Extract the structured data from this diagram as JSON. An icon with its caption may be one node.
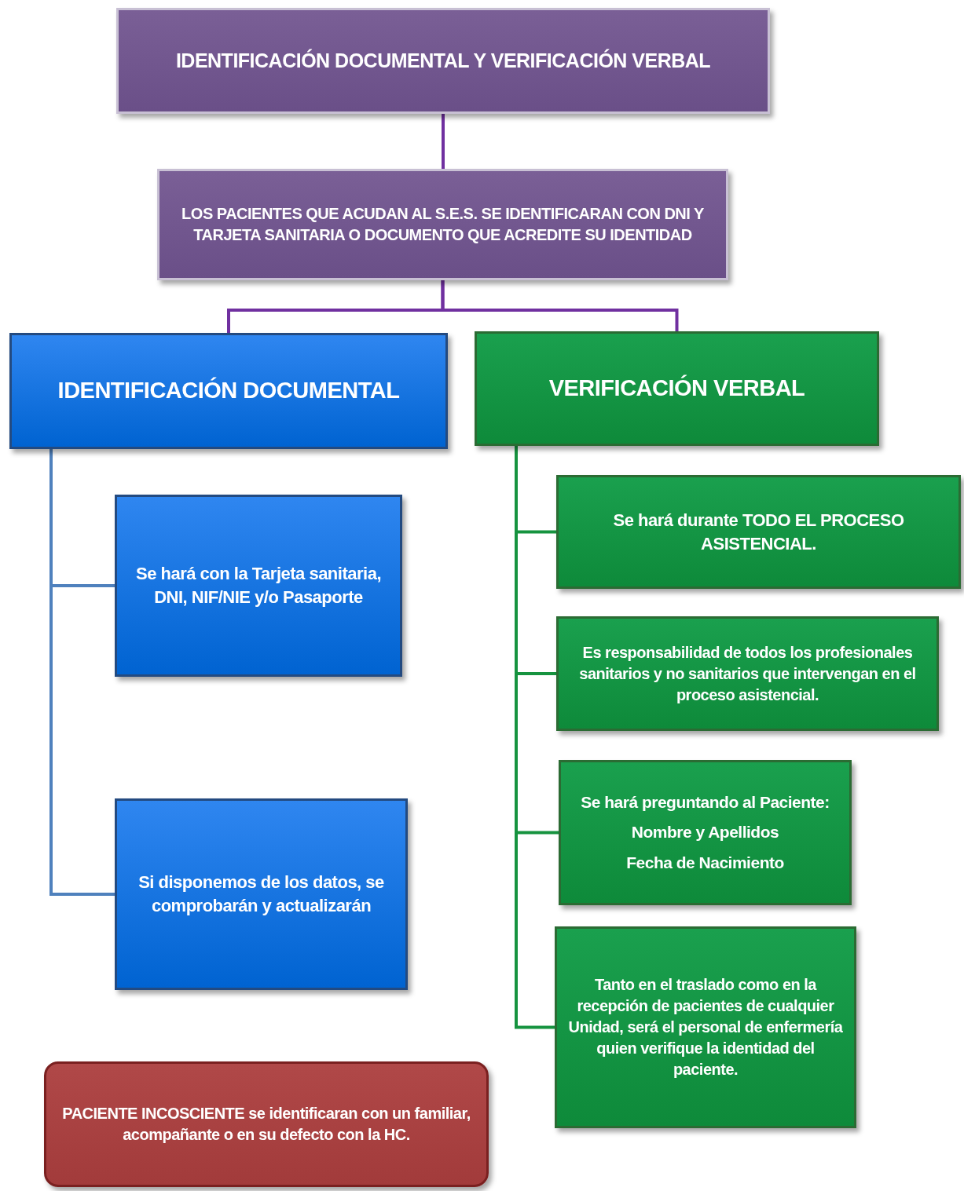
{
  "diagram": {
    "nodes": [
      {
        "text": [
          "IDENTIFICACIÓN DOCUMENTAL Y VERIFICACIÓN VERBAL"
        ]
      },
      {
        "text": [
          "LOS PACIENTES QUE ACUDAN AL S.E.S. SE IDENTIFICARAN CON DNI Y TARJETA SANITARIA O DOCUMENTO QUE ACREDITE SU IDENTIDAD"
        ]
      },
      {
        "text": [
          "IDENTIFICACIÓN DOCUMENTAL"
        ]
      },
      {
        "text": [
          "VERIFICACIÓN VERBAL"
        ]
      },
      {
        "text": [
          "Se hará con la Tarjeta sanitaria, DNI, NIF/NIE y/o Pasaporte"
        ]
      },
      {
        "text": [
          "Si disponemos de los datos, se comprobarán y actualizarán"
        ]
      },
      {
        "text": [
          "Se hará durante TODO EL PROCESO ASISTENCIAL."
        ]
      },
      {
        "text": [
          "Es **responsabilidad de todos** los profesionales sanitarios y no sanitarios que intervengan en el proceso asistencial."
        ]
      },
      {
        "text": [
          "Se hará preguntando al Paciente:",
          "Nombre y Apellidos",
          "Fecha de Nacimiento"
        ]
      },
      {
        "text": [
          "Tanto en el traslado como en la recepción de pacientes de cualquier Unidad, será el personal de enfermería quien verifique la identidad del paciente."
        ]
      },
      {
        "text": [
          "PACIENTE INCOSCIENTE se identificaran con un familiar, acompañante o en su defecto con la HC."
        ]
      }
    ],
    "edges": [
      {
        "from": 0,
        "to": 1,
        "arrow": "none",
        "color": "#7030a0"
      },
      {
        "from": 1,
        "to": 2,
        "arrow": "none",
        "color": "#7030a0"
      },
      {
        "from": 1,
        "to": 3,
        "arrow": "none",
        "color": "#7030a0"
      },
      {
        "from": 2,
        "to": 4,
        "arrow": "none",
        "color": "#4f81bd"
      },
      {
        "from": 2,
        "to": 5,
        "arrow": "none",
        "color": "#4f81bd"
      },
      {
        "from": 3,
        "to": 6,
        "arrow": "none"
      },
      {
        "from": 3,
        "to": 7,
        "arrow": "none"
      },
      {
        "from": 3,
        "to": 8,
        "arrow": "none"
      },
      {
        "from": 3,
        "to": 9,
        "arrow": "none"
      }
    ]
  }
}
